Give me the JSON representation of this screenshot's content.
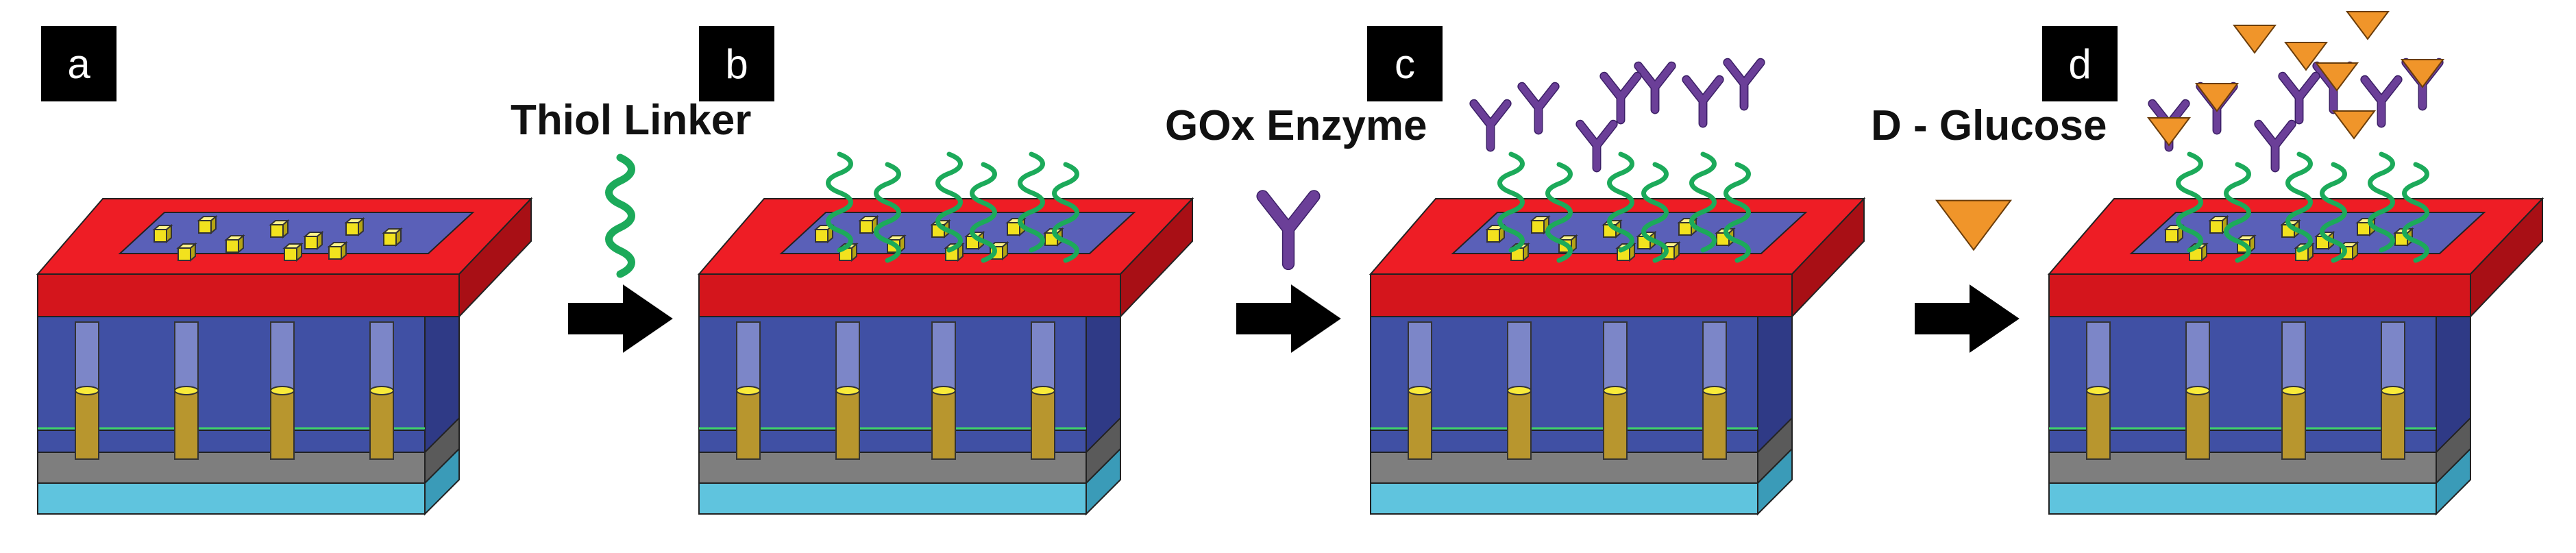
{
  "panels": [
    {
      "label": "a"
    },
    {
      "label": "b"
    },
    {
      "label": "c"
    },
    {
      "label": "d"
    }
  ],
  "steps": [
    {
      "label": "Thiol Linker",
      "icon": "thiol-linker-icon"
    },
    {
      "label": "GOx Enzyme",
      "icon": "gox-enzyme-icon"
    },
    {
      "label": "D - Glucose",
      "icon": "d-glucose-icon"
    }
  ],
  "colors": {
    "red_frame": "#ee1d25",
    "blue_body": "#4050a4",
    "blue_top": "#5a60b8",
    "cyan_base": "#5fc4de",
    "gray_layer": "#7e7e7e",
    "gold_pillar": "#b8962e",
    "gold_cube": "#f2e21e",
    "thiol_green": "#1caa5a",
    "enzyme_purple": "#6b3f98",
    "glucose_orange": "#f0952a"
  }
}
